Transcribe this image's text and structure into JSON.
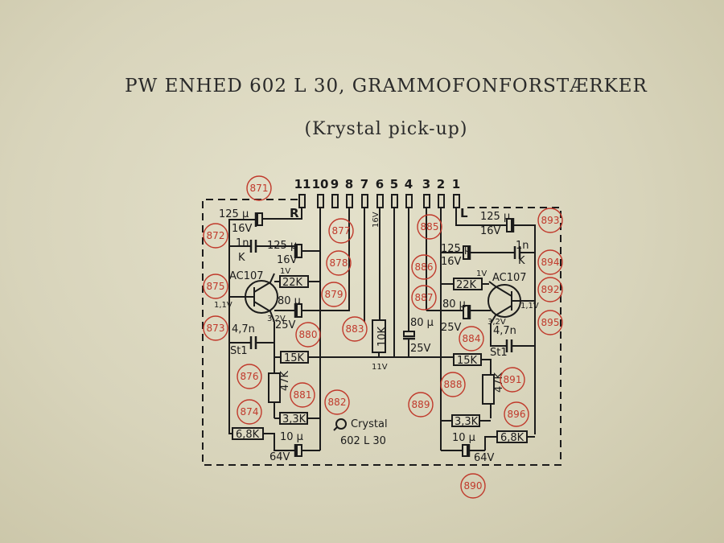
{
  "title": "PW ENHED 602 L 30, GRAMMOFONFORSTÆRKER",
  "subtitle": "(Krystal pick-up)",
  "pins": [
    "11",
    "10",
    "9",
    "8",
    "7",
    "6",
    "5",
    "4",
    "3",
    "2",
    "1"
  ],
  "channel_labels": {
    "right": "R",
    "left": "L"
  },
  "left_channel": {
    "c_in": "125 μ",
    "c_in_v": "16V",
    "c_1n": "1n",
    "c_1n_k": "K",
    "c_125b": "125 μ",
    "c_125b_v": "16V",
    "r_22k": "22K",
    "v_1v": "1V",
    "transistor": "AC107",
    "v_11": "1,1V",
    "v_32": "3,2V",
    "c_80": "80 μ",
    "c_80_v": "25V",
    "c_47n": "4,7n",
    "st1": "St1",
    "r_15k": "15K",
    "r_47k": "47K",
    "r_33k": "3,3K",
    "r_68k": "6,8K",
    "c_10": "10 μ",
    "c_10_v": "64V"
  },
  "right_channel": {
    "c_in": "125 μ",
    "c_in_v": "16V",
    "c_1n": "1n",
    "c_1n_k": "K",
    "c_125b": "125 μ",
    "c_125b_v": "16V",
    "r_22k": "22K",
    "v_1v": "1V",
    "transistor": "AC107",
    "v_11": "1,1V",
    "v_32": "3,2V",
    "c_80": "80 μ",
    "c_80_v": "25V",
    "c_47n": "4,7n",
    "st1": "St1",
    "r_15k": "15K",
    "r_47k": "47K",
    "r_33k": "3,3K",
    "r_68k": "6,8K",
    "c_10": "10 μ",
    "c_10_v": "64V"
  },
  "center": {
    "v_16": "16V",
    "r_10k": "10K",
    "v_11": "11V",
    "c_80": "80 μ",
    "c_80_v": "25V",
    "crystal": "Crystal",
    "crystal_model": "602 L 30"
  },
  "refs": [
    "871",
    "872",
    "873",
    "874",
    "875",
    "876",
    "877",
    "878",
    "879",
    "880",
    "881",
    "882",
    "883",
    "884",
    "885",
    "886",
    "887",
    "888",
    "889",
    "890",
    "891",
    "892",
    "893",
    "894",
    "895",
    "896"
  ],
  "colors": {
    "paper": "#e4e1cb",
    "ink": "#1b1b1b",
    "ref_marks": "#c0392b"
  }
}
